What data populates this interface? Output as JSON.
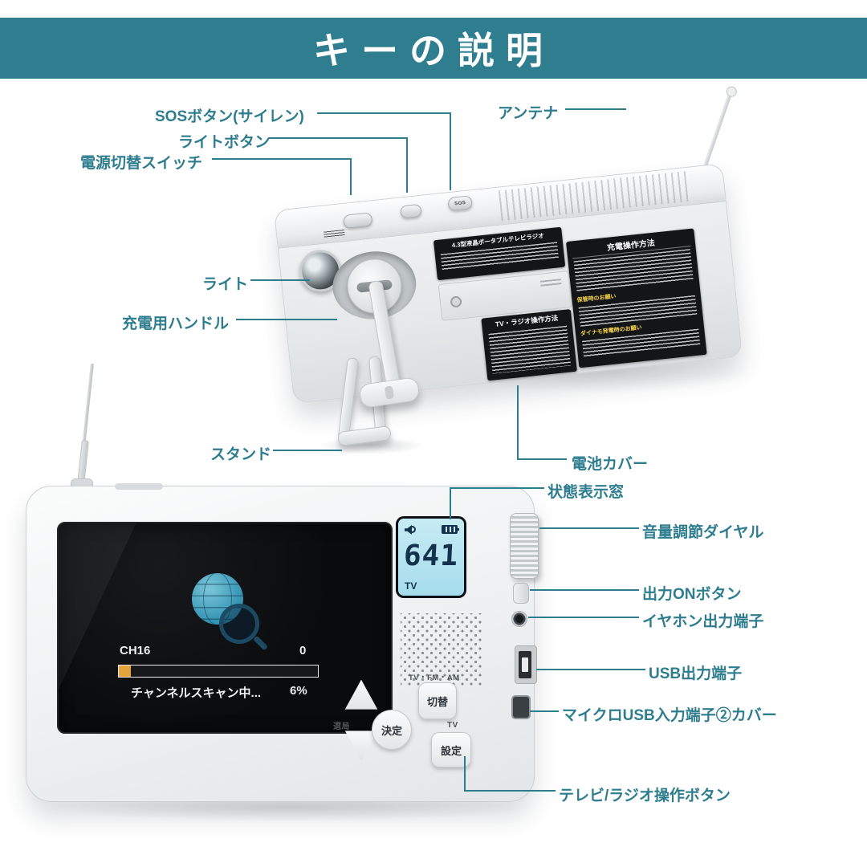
{
  "header": {
    "title": "キーの説明"
  },
  "colors": {
    "accent": "#2e7d8e",
    "header_bg": "#2f7e8f",
    "lcd_bg": "#b8e4f0",
    "progress": "#e2a43b"
  },
  "back_view": {
    "labels": {
      "sos": "SOSボタン(サイレン)",
      "light_button": "ライトボタン",
      "power_switch": "電源切替スイッチ",
      "antenna": "アンテナ",
      "light": "ライト",
      "handle": "充電用ハンドル",
      "stand": "スタンド",
      "battery_cover": "電池カバー"
    },
    "stickers": {
      "model_title": "4.3型液晶ポータブルテレビラジオ",
      "charge_title": "充電操作方法",
      "charge_sub1": "保管時のお願い",
      "charge_sub2": "ダイナモ発電時のお願い",
      "operation_title": "TV・ラジオ操作方法"
    },
    "sos_marking": "SOS"
  },
  "front_view": {
    "labels": {
      "status_window": "状態表示窓",
      "volume_dial": "音量調節ダイヤル",
      "output_on": "出力ONボタン",
      "earphone": "イヤホン出力端子",
      "usb_out": "USB出力端子",
      "micro_usb": "マイクロUSB入力端子②カバー",
      "tv_radio_buttons": "テレビ/ラジオ操作ボタン"
    },
    "screen": {
      "channel": "CH16",
      "count": "0",
      "status": "チャンネルスキャン中...",
      "percent": "6%",
      "progress": 6
    },
    "lcd": {
      "value": "641",
      "mode": "TV"
    },
    "controls": {
      "band_caption": "TV・FM・AM",
      "switch": "切替",
      "enter": "決定",
      "tune": "選局",
      "tv": "TV",
      "settings": "設定"
    }
  }
}
